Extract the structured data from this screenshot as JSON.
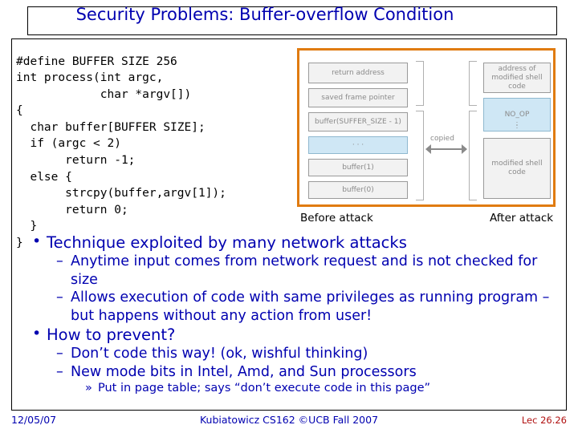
{
  "slide": {
    "title": "Security Problems: Buffer-overflow Condition",
    "code": "#define BUFFER SIZE 256\nint process(int argc,\n            char *argv[])\n{\n  char buffer[BUFFER SIZE];\n  if (argc < 2)\n       return -1;\n  else {\n       strcpy(buffer,argv[1]);\n       return 0;\n  }\n}",
    "diagram": {
      "before": {
        "caption": "Before attack",
        "boxes": [
          "return address",
          "saved frame pointer",
          "buffer(SUFFER_SIZE - 1)",
          "buffer(1)",
          "buffer(0)"
        ],
        "ellipsis": "· · ·"
      },
      "after": {
        "caption": "After attack",
        "boxes": [
          "address of modified shell code",
          "NO_OP",
          "modified shell code"
        ]
      },
      "copied_label": "copied"
    },
    "bullets": [
      {
        "level": 1,
        "text": "Technique exploited by many network attacks"
      },
      {
        "level": 2,
        "text": "Anytime input comes from network request and is not checked for size"
      },
      {
        "level": 2,
        "text": "Allows execution of code with same privileges as running program – but happens without any action from user!"
      },
      {
        "level": 1,
        "text": "How to prevent?"
      },
      {
        "level": 2,
        "text": "Don’t code this way!  (ok, wishful thinking)"
      },
      {
        "level": 2,
        "text": "New mode bits in Intel, Amd, and Sun processors"
      },
      {
        "level": 3,
        "text": "Put in page table; says “don’t execute code in this page”"
      }
    ],
    "footer": {
      "date": "12/05/07",
      "center": "Kubiatowicz CS162 ©UCB Fall 2007",
      "page": "Lec 26.26"
    }
  }
}
